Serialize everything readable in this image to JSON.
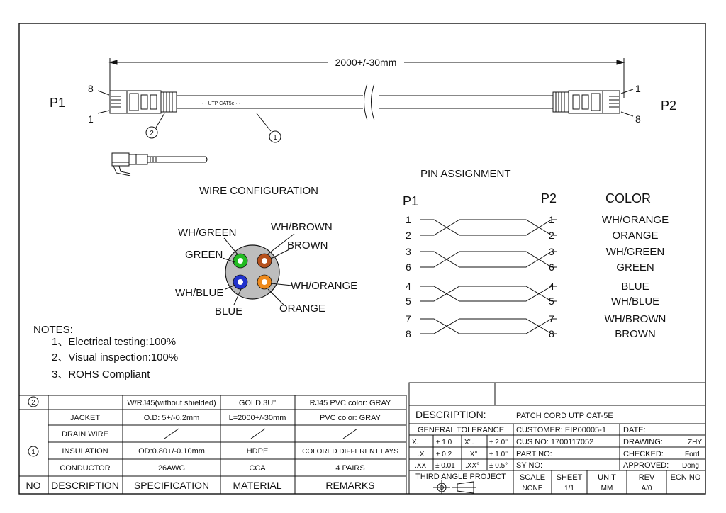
{
  "drawing": {
    "length_dim": "2000+/-30mm",
    "p1": "P1",
    "p2": "P2",
    "pin8": "8",
    "pin1": "1",
    "cable_print": "· · UTP CAT5e · ·",
    "callout1": "1",
    "callout2": "2"
  },
  "wire_config": {
    "title": "WIRE CONFIGURATION",
    "labels": {
      "wh_green": "WH/GREEN",
      "wh_brown": "WH/BROWN",
      "green": "GREEN",
      "brown": "BROWN",
      "wh_blue": "WH/BLUE",
      "wh_orange": "WH/ORANGE",
      "blue": "BLUE",
      "orange": "ORANGE"
    },
    "colors": {
      "green": "#22bb22",
      "brown": "#b5501c",
      "blue": "#2233cc",
      "orange": "#ee8a1c",
      "jacket": "#b9b9b9"
    }
  },
  "pin_assignment": {
    "title": "PIN ASSIGNMENT",
    "p1": "P1",
    "p2": "P2",
    "color_header": "COLOR",
    "left_pins": [
      "1",
      "2",
      "3",
      "6",
      "4",
      "5",
      "7",
      "8"
    ],
    "right_pins": [
      "1",
      "2",
      "3",
      "6",
      "4",
      "5",
      "7",
      "8"
    ],
    "colors": [
      "WH/ORANGE",
      "ORANGE",
      "WH/GREEN",
      "GREEN",
      "BLUE",
      "WH/BLUE",
      "WH/BROWN",
      "BROWN"
    ]
  },
  "notes": {
    "title": "NOTES:",
    "items": [
      "1、Electrical testing:100%",
      "2、Visual inspection:100%",
      "3、ROHS Compliant"
    ]
  },
  "bom": {
    "rows": [
      {
        "no": "2",
        "desc": "",
        "spec": "W/RJ45(without shielded)",
        "mat": "GOLD 3U\"",
        "rem": "RJ45 PVC color: GRAY"
      },
      {
        "no": "1",
        "desc": "JACKET",
        "spec": "O.D:  5+/-0.2mm",
        "mat": "L=2000+/-30mm",
        "rem": "PVC color: GRAY"
      },
      {
        "no": "",
        "desc": "DRAIN WIRE",
        "spec": "",
        "mat": "",
        "rem": ""
      },
      {
        "no": "",
        "desc": "INSULATION",
        "spec": "OD:0.80+/-0.10mm",
        "mat": "HDPE",
        "rem": "COLORED DIFFERENT LAYS"
      },
      {
        "no": "",
        "desc": "CONDUCTOR",
        "spec": "26AWG",
        "mat": "CCA",
        "rem": "4 PAIRS"
      }
    ],
    "header": {
      "no": "NO",
      "desc": "DESCRIPTION",
      "spec": "SPECIFICATION",
      "mat": "MATERIAL",
      "rem": "REMARKS"
    }
  },
  "title_block": {
    "description_label": "DESCRIPTION:",
    "description_value": "PATCH CORD  UTP CAT-5E",
    "general_tolerance": "GENERAL TOLERANCE",
    "customer": "CUSTOMER:  EIP00005-1",
    "date": "DATE:",
    "tol_rows": [
      {
        "a": "X.",
        "b": "± 1.0",
        "c": "X°.",
        "d": "± 2.0°"
      },
      {
        "a": ".X",
        "b": "± 0.2",
        "c": ".X°",
        "d": "± 1.0°"
      },
      {
        "a": ".XX",
        "b": "± 0.01",
        "c": ".XX°",
        "d": "± 0.5°"
      }
    ],
    "cus_no": "CUS NO:  1700117052",
    "part_no": "PART NO:",
    "sy_no": "SY NO:",
    "drawing": "DRAWING:",
    "drawing_val": "ZHY",
    "checked": "CHECKED:",
    "checked_val": "Ford",
    "approved": "APPROVED:",
    "approved_val": "Dong",
    "third_angle": "THIRD  ANGLE PROJECT",
    "scale": "SCALE",
    "scale_val": "NONE",
    "sheet": "SHEET",
    "sheet_val": "1/1",
    "unit": "UNIT",
    "unit_val": "MM",
    "rev": "REV",
    "rev_val": "A/0",
    "ecn": "ECN NO"
  }
}
